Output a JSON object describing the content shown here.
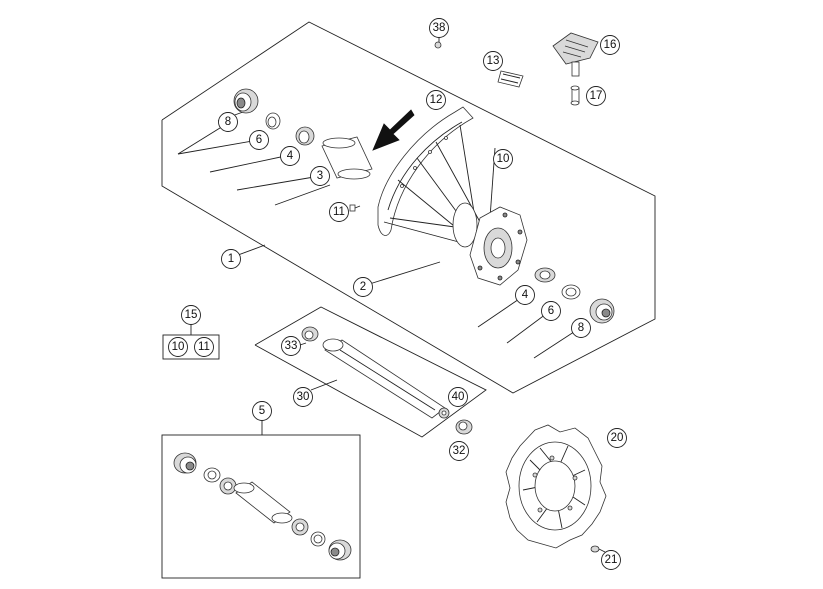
{
  "callouts": {
    "c38": "38",
    "c16": "16",
    "c13": "13",
    "c17": "17",
    "c12": "12",
    "c8a": "8",
    "c6a": "6",
    "c4a": "4",
    "c3": "3",
    "c10a": "10",
    "c11a": "11",
    "c1": "1",
    "c2": "2",
    "c4b": "4",
    "c6b": "6",
    "c8b": "8",
    "c15": "15",
    "c10b": "10",
    "c11b": "11",
    "c33": "33",
    "c30": "30",
    "c40": "40",
    "c32": "32",
    "c5": "5",
    "c20": "20",
    "c21": "21"
  }
}
